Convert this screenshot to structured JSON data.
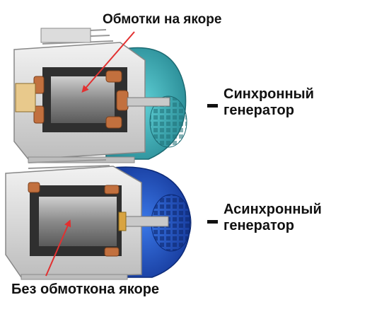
{
  "labels": {
    "top_annotation": "Обмотки на якоре",
    "bottom_annotation": "Без обмоткона якоре",
    "sync_line1": "Синхронный",
    "sync_line2": "генератор",
    "async_line1": "Асинхронный",
    "async_line2": "генератор"
  },
  "colors": {
    "sync_fan_cover": "#3fb0b8",
    "async_fan_cover": "#1f55c8",
    "housing": "#e6e6e6",
    "stator_core": "#2f2f2f",
    "copper_windings": "#c2703e",
    "arrow": "#e23030"
  },
  "icons": {
    "arrow_top": "arrow-down-left",
    "arrow_bottom": "arrow-up-right"
  }
}
